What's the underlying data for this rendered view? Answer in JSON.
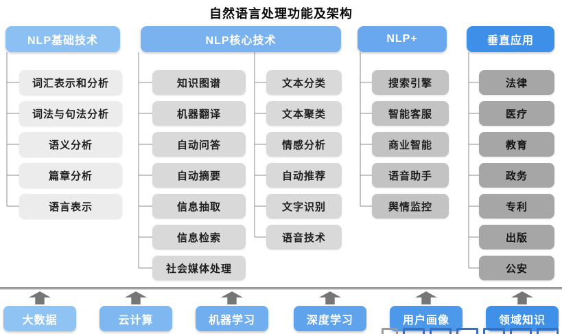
{
  "title": "自然语言处理功能及架构",
  "columns": {
    "basic": {
      "header": "NLP基础技术",
      "items": [
        "词汇表示和分析",
        "词法与句法分析",
        "语义分析",
        "篇章分析",
        "语言表示"
      ]
    },
    "core": {
      "header": "NLP核心技术",
      "items_left": [
        "知识图谱",
        "机器翻译",
        "自动问答",
        "自动摘要",
        "信息抽取",
        "信息检索",
        "社会媒体处理"
      ],
      "items_right": [
        "文本分类",
        "文本聚类",
        "情感分析",
        "自动推荐",
        "文字识别",
        "语音技术"
      ]
    },
    "plus": {
      "header": "NLP+",
      "items": [
        "搜索引擎",
        "智能客服",
        "商业智能",
        "语音助手",
        "舆情监控"
      ]
    },
    "vertical": {
      "header": "垂直应用",
      "items": [
        "法律",
        "医疗",
        "教育",
        "政务",
        "专利",
        "出版",
        "公安"
      ]
    }
  },
  "foundation": {
    "items": [
      "大数据",
      "云计算",
      "机器学习",
      "深度学习",
      "用户画像",
      "领域知识"
    ]
  },
  "colors": {
    "header_basic": "#8CBFF2",
    "header_core": "#79B2EF",
    "header_plus": "#69A8EE",
    "header_vertical": "#3E8FE8",
    "node_basic": "#ECECEC",
    "node_core": "#D9D9D9",
    "node_plus": "#C3C3C3",
    "node_vertical": "#A6A6A6",
    "foundation_gradient": [
      "#8FC3F4",
      "#7FB8F1",
      "#70AEEF",
      "#5FA3ED",
      "#4C98EB",
      "#3E90E9"
    ],
    "connector": "#8C8C8C",
    "divider": "#7F7F7F",
    "arrow": "#767676",
    "title_text": "#0A0A0A"
  }
}
